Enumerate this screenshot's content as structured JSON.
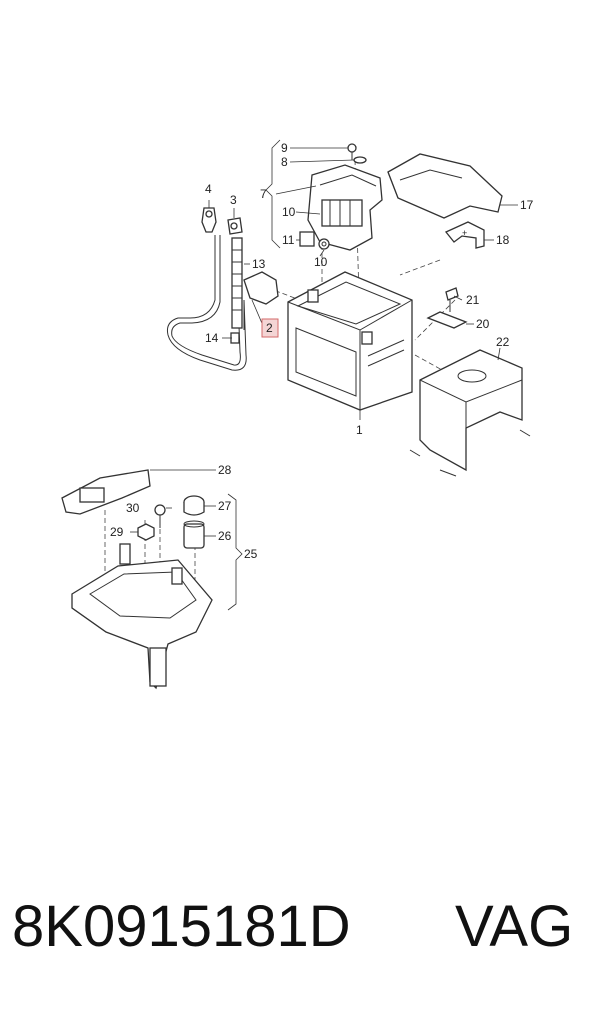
{
  "callouts": {
    "c1": "1",
    "c2": "2",
    "c3": "3",
    "c4": "4",
    "c7": "7",
    "c8": "8",
    "c9": "9",
    "c10a": "10",
    "c10b": "10",
    "c11": "11",
    "c13": "13",
    "c14": "14",
    "c17": "17",
    "c18": "18",
    "c20": "20",
    "c21": "21",
    "c22": "22",
    "c25": "25",
    "c26": "26",
    "c27": "27",
    "c28": "28",
    "c29": "29",
    "c30": "30"
  },
  "footer": {
    "part_number": "8K0915181D",
    "brand": "VAG"
  }
}
